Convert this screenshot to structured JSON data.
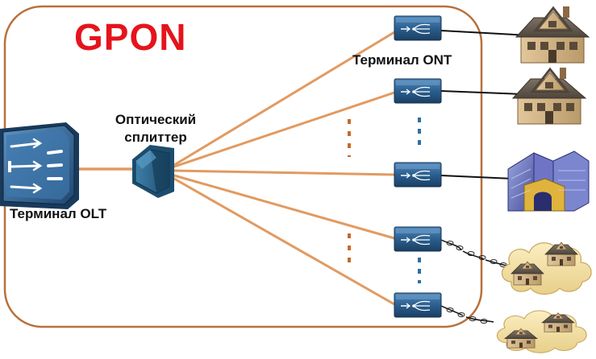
{
  "title": "GPON",
  "labels": {
    "ont": "Терминал ONT",
    "splitter_line1": "Оптический",
    "splitter_line2": "сплиттер",
    "olt": "Терминал OLT"
  },
  "colors": {
    "frame": "#b8703c",
    "title": "#e5141c",
    "fiber": "#e29a60",
    "device": "#2b5f8f",
    "dots_fiber": "#c86a2a",
    "dots_ont": "#2f6fa0"
  },
  "icons": {
    "olt": "olt-terminal-icon",
    "splitter": "optical-splitter-icon",
    "ont": "ont-terminal-icon",
    "house": "house-icon",
    "office": "office-building-icon",
    "cloud_houses": "residential-cloud-icon"
  }
}
